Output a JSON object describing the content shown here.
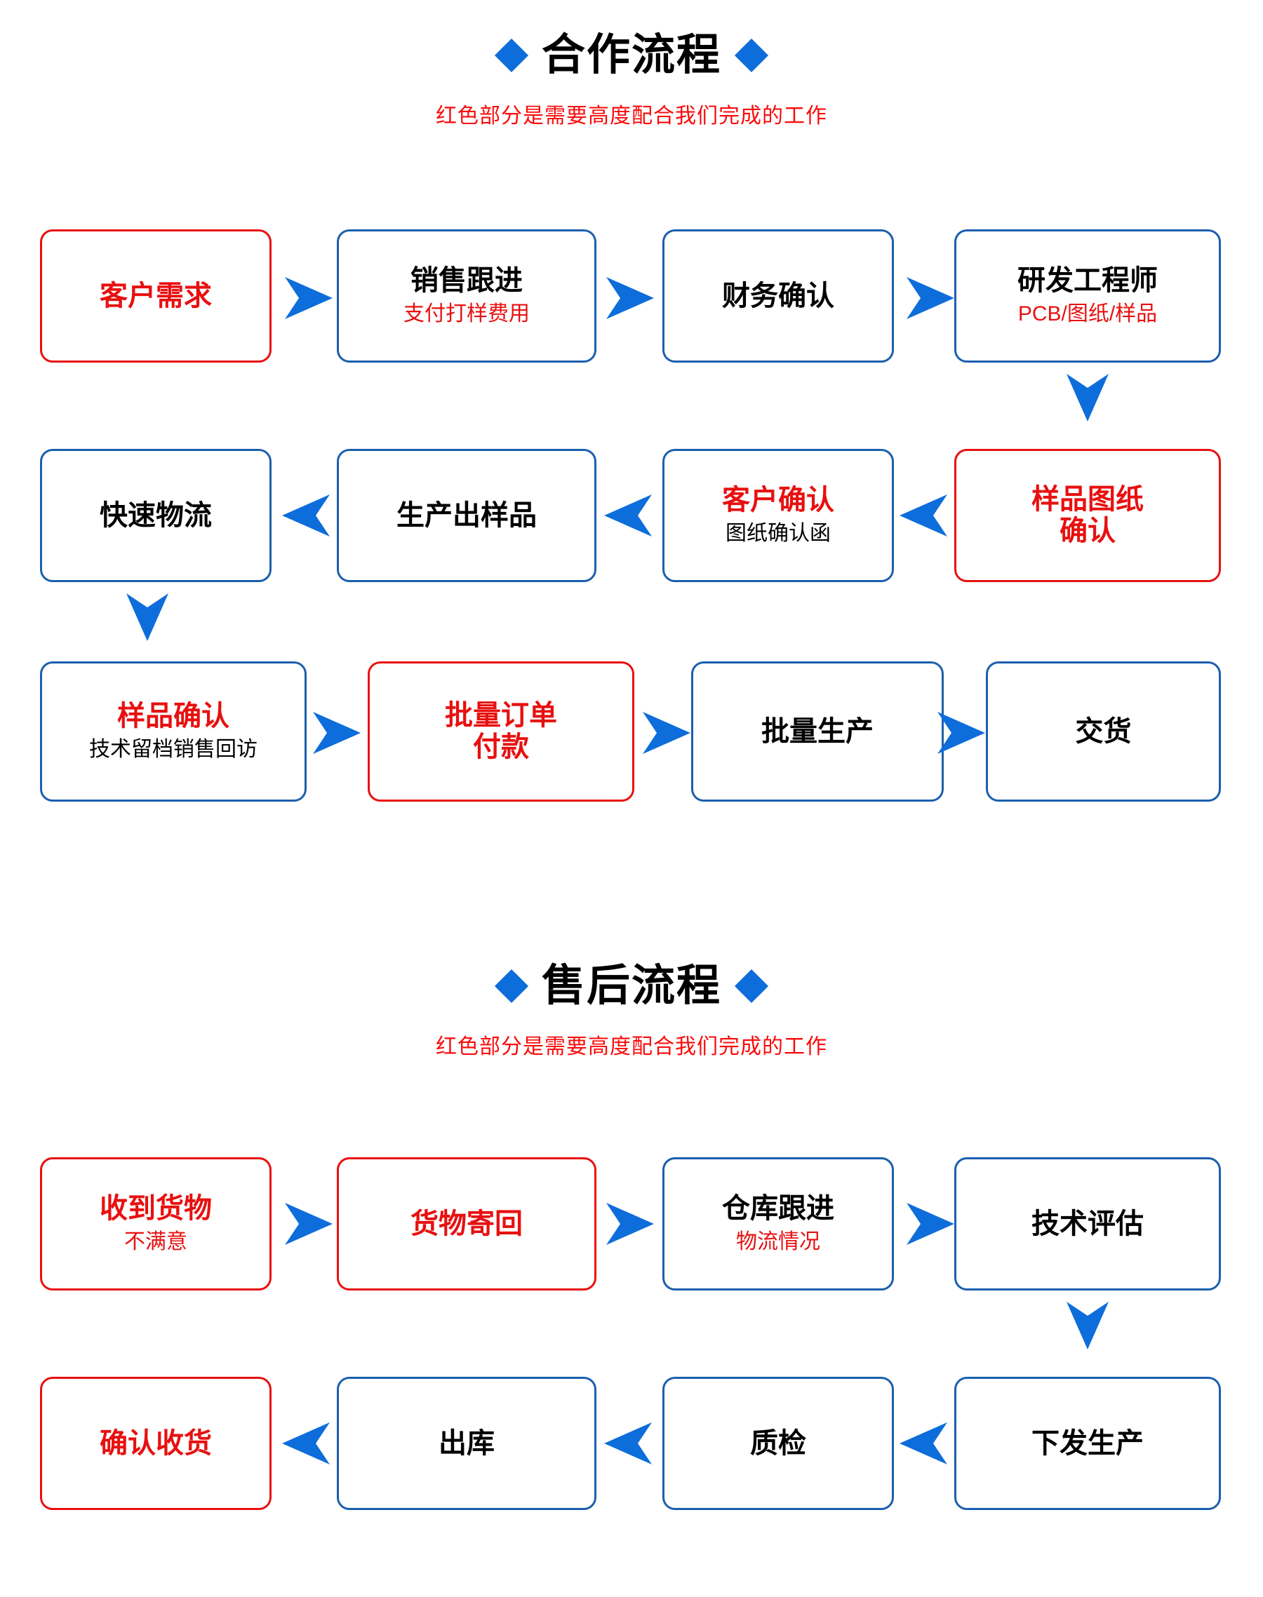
{
  "sections": [
    {
      "id": "cooperation",
      "title": "合作流程",
      "subtitle": "红色部分是需要高度配合我们完成的工作",
      "boxes": [
        {
          "main": "客户需求",
          "main_color": "red",
          "sub": "",
          "sub_color": "red",
          "border": "red"
        },
        {
          "main": "销售跟进",
          "main_color": "black",
          "sub": "支付打样费用",
          "sub_color": "red",
          "border": "blue"
        },
        {
          "main": "财务确认",
          "main_color": "black",
          "sub": "",
          "sub_color": "black",
          "border": "blue"
        },
        {
          "main": "研发工程师",
          "main_color": "black",
          "sub": "PCB/图纸/样品",
          "sub_color": "red",
          "border": "blue"
        },
        {
          "main": "样品图纸\n确认",
          "main_color": "red",
          "sub": "",
          "sub_color": "red",
          "border": "red"
        },
        {
          "main": "客户确认",
          "main_color": "red",
          "sub": "图纸确认函",
          "sub_color": "black",
          "border": "blue"
        },
        {
          "main": "生产出样品",
          "main_color": "black",
          "sub": "",
          "sub_color": "black",
          "border": "blue"
        },
        {
          "main": "快速物流",
          "main_color": "black",
          "sub": "",
          "sub_color": "black",
          "border": "blue"
        },
        {
          "main": "样品确认",
          "main_color": "red",
          "sub": "技术留档销售回访",
          "sub_color": "black",
          "border": "blue"
        },
        {
          "main": "批量订单\n付款",
          "main_color": "red",
          "sub": "",
          "sub_color": "red",
          "border": "red"
        },
        {
          "main": "批量生产",
          "main_color": "black",
          "sub": "",
          "sub_color": "black",
          "border": "blue"
        },
        {
          "main": "交货",
          "main_color": "black",
          "sub": "",
          "sub_color": "black",
          "border": "blue"
        }
      ]
    },
    {
      "id": "aftersales",
      "title": "售后流程",
      "subtitle": "红色部分是需要高度配合我们完成的工作",
      "boxes": [
        {
          "main": "收到货物",
          "main_color": "red",
          "sub": "不满意",
          "sub_color": "red",
          "border": "red"
        },
        {
          "main": "货物寄回",
          "main_color": "red",
          "sub": "",
          "sub_color": "red",
          "border": "red"
        },
        {
          "main": "仓库跟进",
          "main_color": "black",
          "sub": "物流情况",
          "sub_color": "red",
          "border": "blue"
        },
        {
          "main": "技术评估",
          "main_color": "black",
          "sub": "",
          "sub_color": "black",
          "border": "blue"
        },
        {
          "main": "下发生产",
          "main_color": "black",
          "sub": "",
          "sub_color": "black",
          "border": "blue"
        },
        {
          "main": "质检",
          "main_color": "black",
          "sub": "",
          "sub_color": "black",
          "border": "blue"
        },
        {
          "main": "出库",
          "main_color": "black",
          "sub": "",
          "sub_color": "black",
          "border": "blue"
        },
        {
          "main": "确认收货",
          "main_color": "red",
          "sub": "",
          "sub_color": "red",
          "border": "red"
        }
      ]
    }
  ],
  "colors": {
    "accent_blue": "#0d6ddb",
    "border_blue": "#1b5fae",
    "alert_red": "#e81010",
    "text_black": "#000000",
    "background": "#ffffff"
  },
  "icons": {
    "diamond": "diamond-bullet",
    "arrow_right": "arrow-right-icon",
    "arrow_left": "arrow-left-icon",
    "arrow_down": "arrow-down-icon"
  }
}
